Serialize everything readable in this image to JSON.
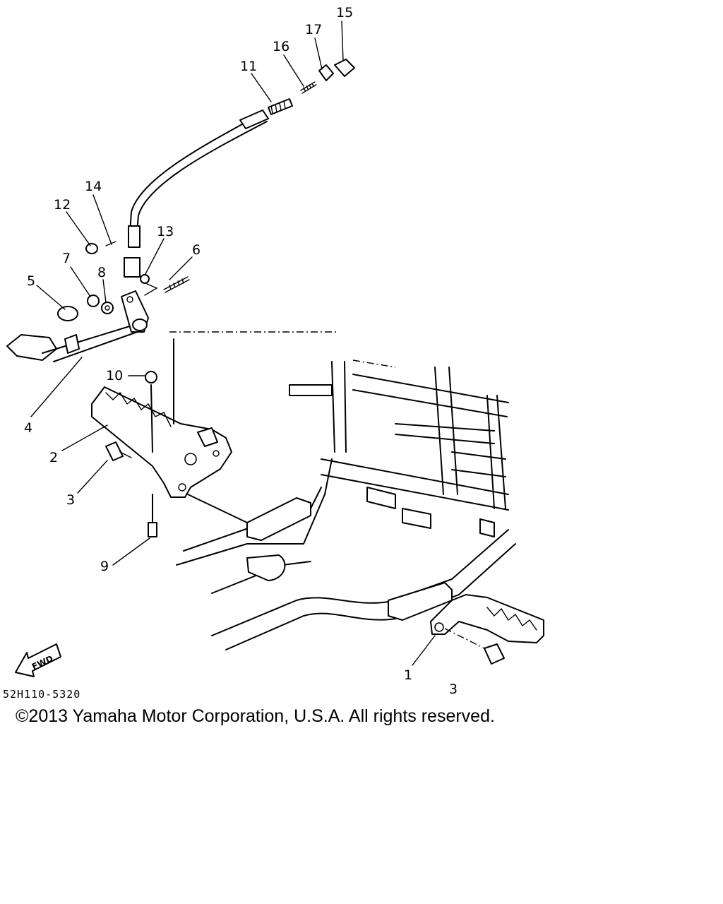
{
  "callouts": [
    {
      "id": "c1",
      "label": "1"
    },
    {
      "id": "c2",
      "label": "2"
    },
    {
      "id": "c3a",
      "label": "3"
    },
    {
      "id": "c3b",
      "label": "3"
    },
    {
      "id": "c4",
      "label": "4"
    },
    {
      "id": "c5",
      "label": "5"
    },
    {
      "id": "c6",
      "label": "6"
    },
    {
      "id": "c7",
      "label": "7"
    },
    {
      "id": "c8",
      "label": "8"
    },
    {
      "id": "c9",
      "label": "9"
    },
    {
      "id": "c10",
      "label": "10"
    },
    {
      "id": "c11",
      "label": "11"
    },
    {
      "id": "c12",
      "label": "12"
    },
    {
      "id": "c13",
      "label": "13"
    },
    {
      "id": "c14",
      "label": "14"
    },
    {
      "id": "c15",
      "label": "15"
    },
    {
      "id": "c16",
      "label": "16"
    },
    {
      "id": "c17",
      "label": "17"
    }
  ],
  "fwd_label": "FWD",
  "diagram_code": "52H110-5320",
  "copyright": "©2013 Yamaha Motor Corporation, U.S.A. All rights reserved."
}
